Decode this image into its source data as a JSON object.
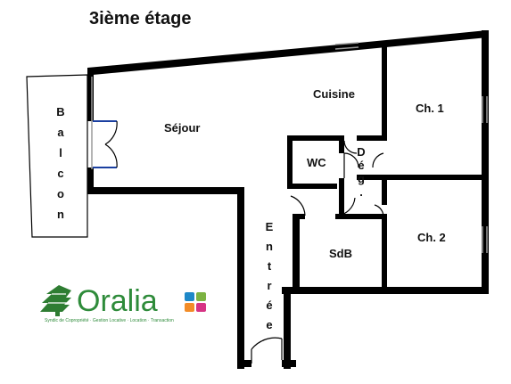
{
  "floor_title": "3ième étage",
  "rooms": {
    "balcon": "Balcon",
    "sejour": "Séjour",
    "cuisine": "Cuisine",
    "ch1": "Ch. 1",
    "wc": "WC",
    "degagement": "Dég.",
    "entree": "Entrée",
    "sdb": "SdB",
    "ch2": "Ch. 2"
  },
  "logo": {
    "name": "Oralia",
    "tagline": "Syndic de Copropriété · Gestion Locative · Location · Transaction",
    "colors": {
      "green": "#2e7d32",
      "text_green": "#2e8b3a",
      "blue": "#1e88c8",
      "orange": "#f28c28",
      "pink": "#d63384",
      "light_green": "#7cb342"
    }
  },
  "colors": {
    "wall": "#000000",
    "door": "#1a3fa0",
    "window": "#a0a0a0"
  }
}
